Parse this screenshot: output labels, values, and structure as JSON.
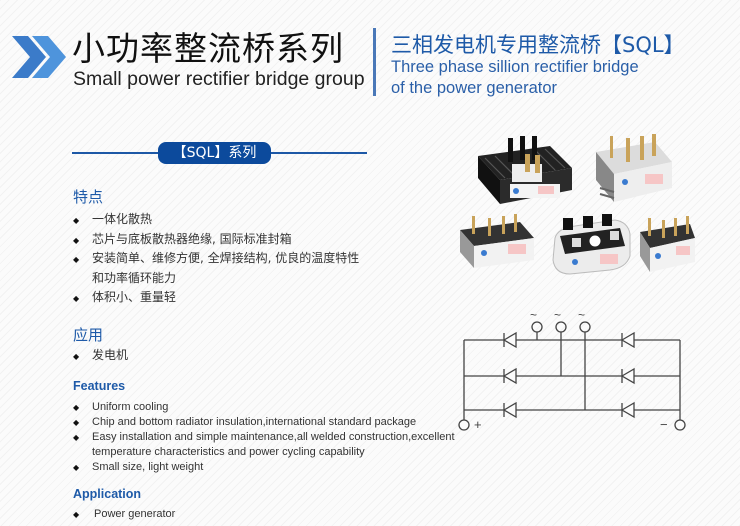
{
  "header": {
    "logo_icon": "double-chevron-right-icon",
    "title_zh": "小功率整流桥系列",
    "title_en": "Small power rectifier bridge group",
    "subtitle_zh": "三相发电机专用整流桥【SQL】",
    "subtitle_en_line1": "Three phase sillion rectifier bridge",
    "subtitle_en_line2": "of the power generator"
  },
  "series_banner": {
    "label": "【SQL】系列"
  },
  "features_zh": {
    "heading": "特点",
    "items": [
      {
        "text": "一体化散热"
      },
      {
        "text": "芯片与底板散热器绝缘, 国际标准封箱"
      },
      {
        "text": "安装简单、维修方便, 全焊接结构, 优良的温度特性",
        "cont": "和功率循环能力"
      },
      {
        "text": "体积小、重量轻"
      }
    ]
  },
  "applications_zh": {
    "heading": "应用",
    "items": [
      {
        "text": "发电机"
      }
    ]
  },
  "features_en": {
    "heading": "Features",
    "items": [
      {
        "text": "Uniform cooling"
      },
      {
        "text": "Chip and bottom radiator insulation,international standard package"
      },
      {
        "text": "Easy installation and simple maintenance,all welded construction,excellent",
        "cont": "temperature characteristics and power cycling capability"
      },
      {
        "text": "Small size, light weight"
      }
    ]
  },
  "applications_en": {
    "heading": "Application",
    "items": [
      {
        "text": "Power generator"
      }
    ]
  },
  "product_image": {
    "description": "Five SQL three-phase rectifier bridge modules",
    "count": 5
  },
  "circuit_diagram": {
    "ac_symbols": [
      "~",
      "~",
      "~"
    ],
    "plus_label": "+",
    "minus_label": "−"
  },
  "colors": {
    "brand_blue": "#1e5aa8",
    "pill_blue": "#0c4a9c",
    "logo_blue_light": "#4a90d9",
    "logo_blue_dark": "#3a78c8"
  }
}
